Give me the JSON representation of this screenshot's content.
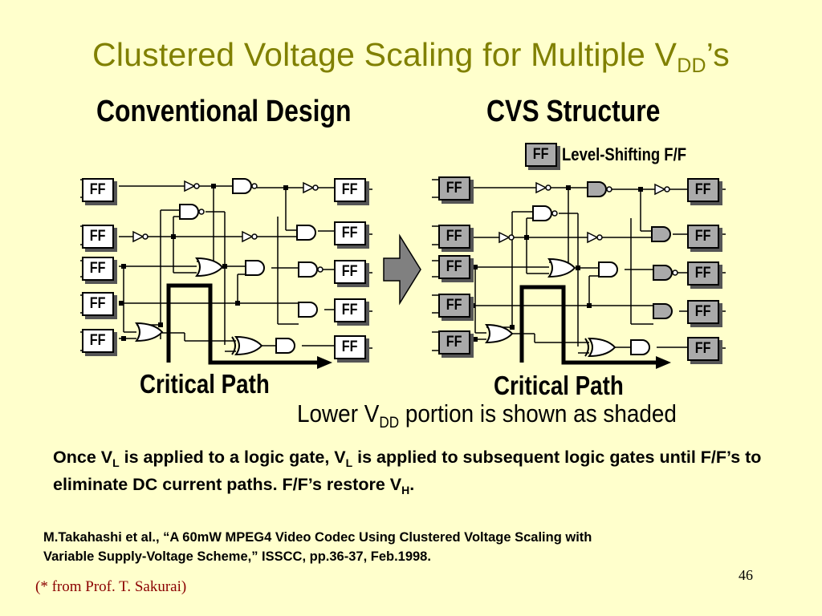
{
  "slide": {
    "title_main": "Clustered Voltage Scaling for Multiple V",
    "title_sub": "DD",
    "title_tail": "’s",
    "page_number": "46",
    "credit": "(* from Prof. T. Sakurai)"
  },
  "diagram": {
    "left_heading": "Conventional Design",
    "right_heading": "CVS Structure",
    "ff_label": "FF",
    "legend_label": "Level-Shifting F/F",
    "critical_path_label": "Critical Path",
    "note_main": "Lower V",
    "note_sub": "DD",
    "note_tail": " portion is shown as shaded"
  },
  "body": {
    "p1": "Once V",
    "s1": "L",
    "p2": " is applied to a logic gate, V",
    "s2": "L",
    "p3": " is applied to subsequent logic gates until F/F’s to eliminate DC current paths.  F/F’s restore V",
    "s3": "H",
    "p4": "."
  },
  "reference": {
    "line1": "M.Takahashi et al., “A 60mW MPEG4 Video Codec Using Clustered Voltage Scaling with",
    "line2": "Variable Supply-Voltage Scheme,” ISSCC, pp.36-37, Feb.1998."
  },
  "colors": {
    "background": "#ffffcc",
    "title": "#808000",
    "shaded_gate": "#aaaaaa",
    "credit": "#8b0000"
  }
}
